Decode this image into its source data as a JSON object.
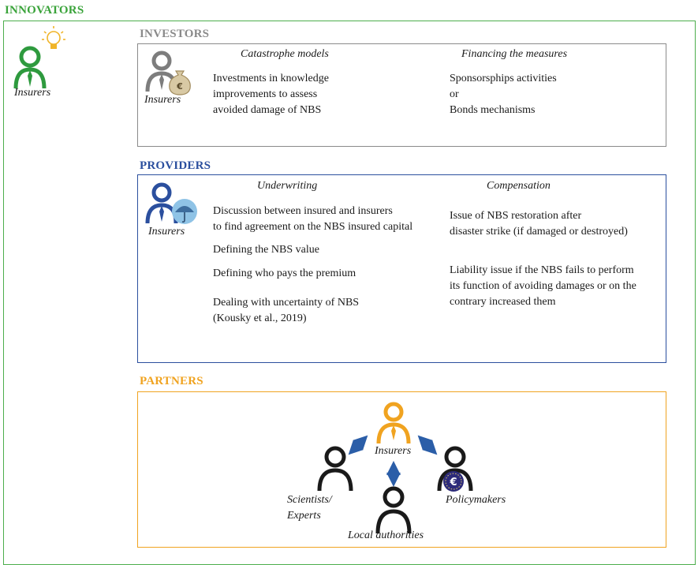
{
  "innovators": {
    "title": "INNOVATORS",
    "actor": "Insurers"
  },
  "investors": {
    "title": "INVESTORS",
    "actor": "Insurers",
    "col1": {
      "heading": "Catastrophe models",
      "lines": [
        "Investments in knowledge",
        "improvements to assess",
        "avoided damage of NBS"
      ]
    },
    "col2": {
      "heading": "Financing the measures",
      "lines": [
        "Sponsorsphips activities",
        "or",
        "Bonds mechanisms"
      ]
    }
  },
  "providers": {
    "title": "PROVIDERS",
    "actor": "Insurers",
    "col1": {
      "heading": "Underwriting",
      "item1": [
        "Discussion between insured and insurers",
        "to find agreement on the NBS insured capital"
      ],
      "item2": "Defining the NBS value",
      "item3": "Defining who pays the premium",
      "item4": [
        "Dealing with uncertainty of NBS",
        "(Kousky et al., 2019)"
      ]
    },
    "col2": {
      "heading": "Compensation",
      "item1": [
        "Issue of NBS restoration after",
        "disaster strike (if damaged or destroyed)"
      ],
      "item2": [
        "Liability issue if the NBS fails to perform",
        "its function of avoiding damages or on the",
        "contrary increased them"
      ]
    }
  },
  "partners": {
    "title": "PARTNERS",
    "center": "Insurers",
    "left": [
      "Scientists/",
      "Experts"
    ],
    "right": "Policymakers",
    "bottom": "Local authorities"
  },
  "colors": {
    "innovators": "#3aa33a",
    "investors": "#8a8a8a",
    "providers": "#2b4f9e",
    "partners": "#f0a320",
    "arrow": "#2b5ea8"
  }
}
